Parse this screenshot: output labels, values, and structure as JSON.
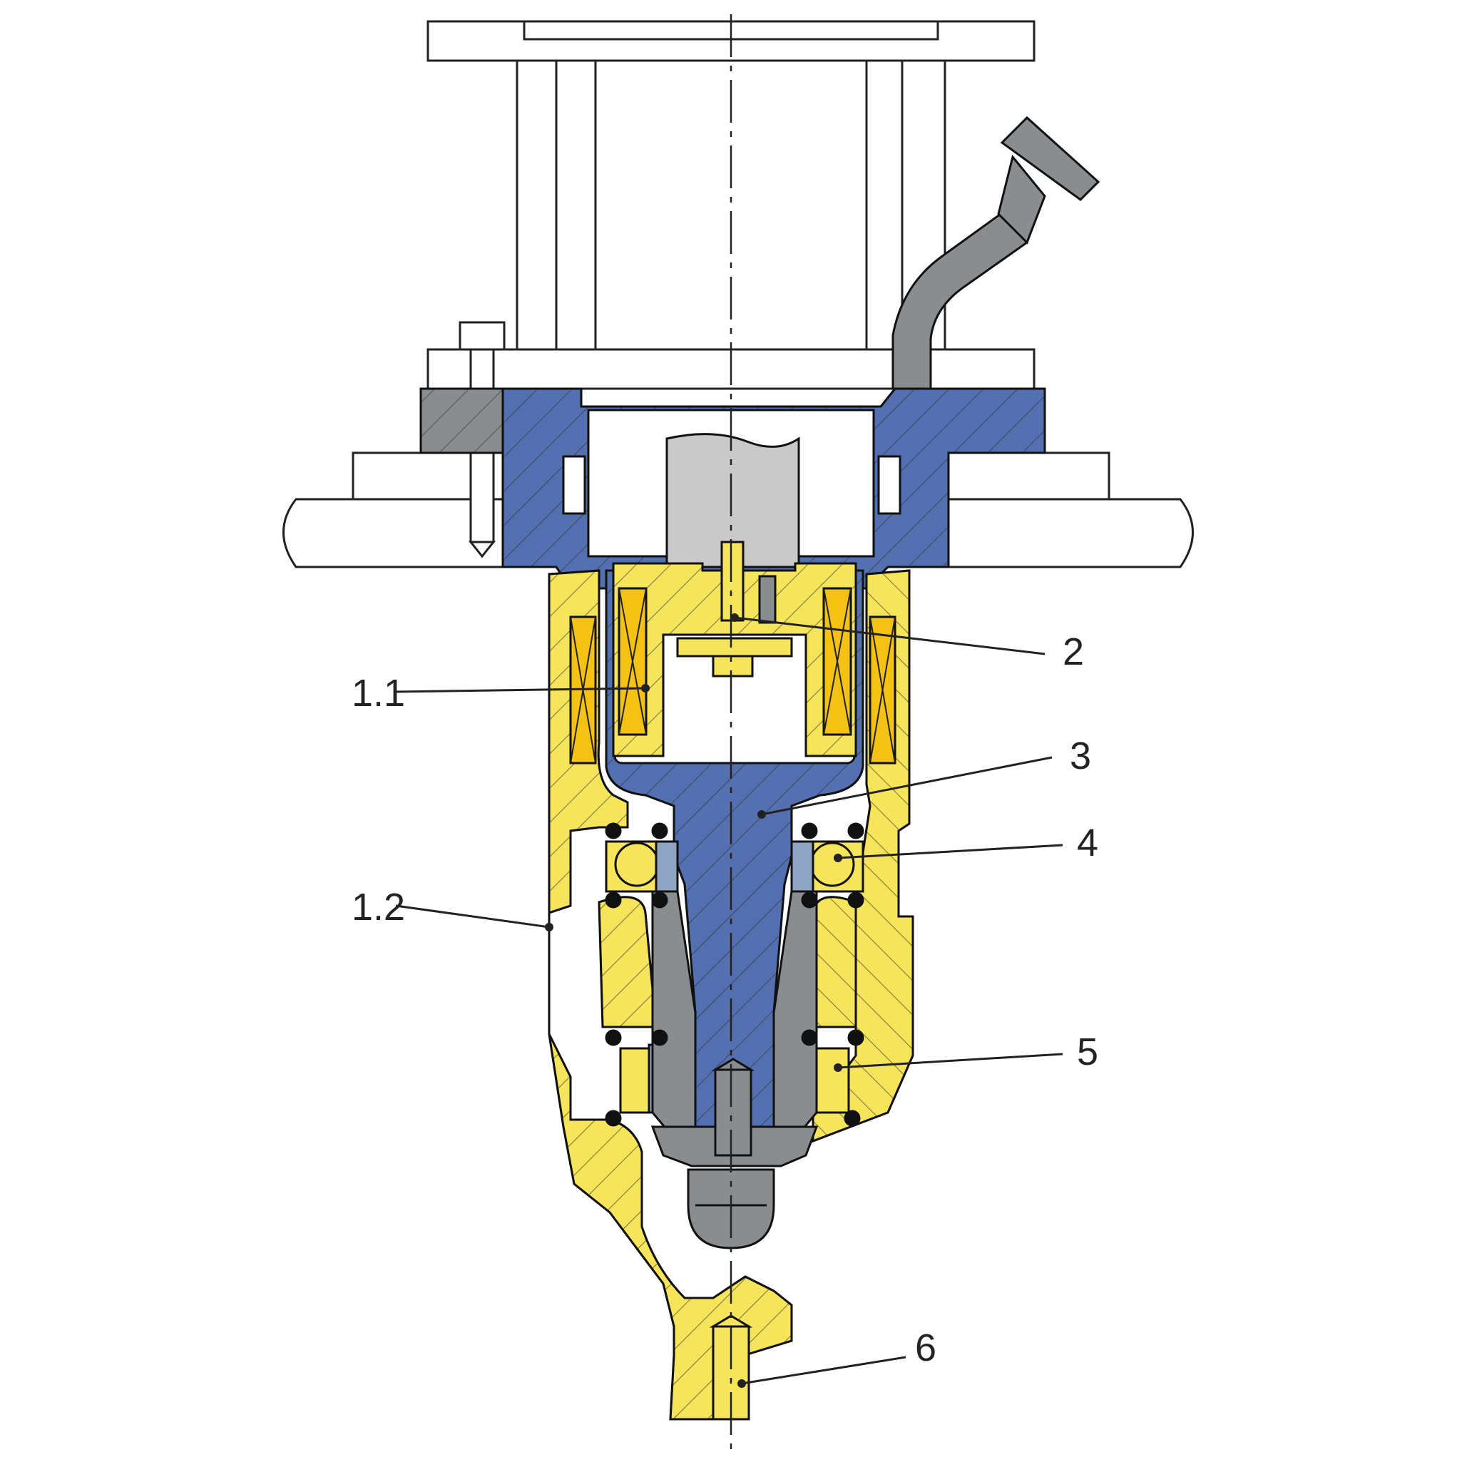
{
  "colors": {
    "yellow": "#f6e45a",
    "blue": "#5470b0",
    "gray": "#8a8d8f",
    "lightgray": "#c9c9c9",
    "steelblue": "#8fa4c3",
    "outline": "#111111"
  },
  "callouts": [
    {
      "id": "2",
      "label": "2"
    },
    {
      "id": "1.1",
      "label": "1.1"
    },
    {
      "id": "3",
      "label": "3"
    },
    {
      "id": "4",
      "label": "4"
    },
    {
      "id": "1.2",
      "label": "1.2"
    },
    {
      "id": "5",
      "label": "5"
    },
    {
      "id": "6",
      "label": "6"
    }
  ]
}
